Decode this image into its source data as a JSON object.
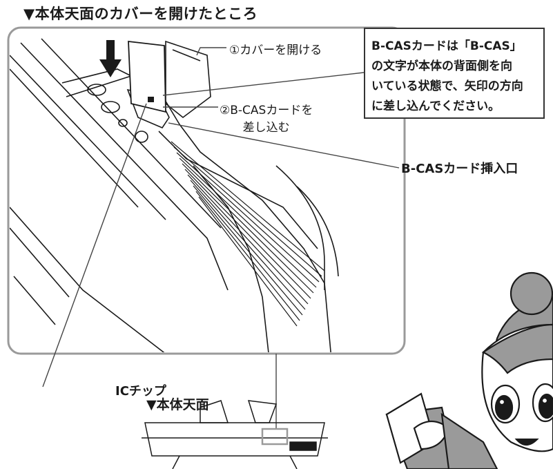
{
  "heading": "▼本体天面のカバーを開けたところ",
  "step1": "①カバーを開ける",
  "step2_line1": "②B-CASカードを",
  "step2_line2": "差し込む",
  "note_lines": [
    "B-CASカードは「B-CAS」",
    "の文字が本体の背面側を向",
    "いている状態で、矢印の方向",
    "に差し込んでください。"
  ],
  "slot_label": "B-CASカード挿入口",
  "chip_label": "ICチップ",
  "top_view_label": "▼本体天面",
  "colors": {
    "frame": "#9a9a9a",
    "ink": "#1a1a1a",
    "fill": "#ffffff"
  }
}
